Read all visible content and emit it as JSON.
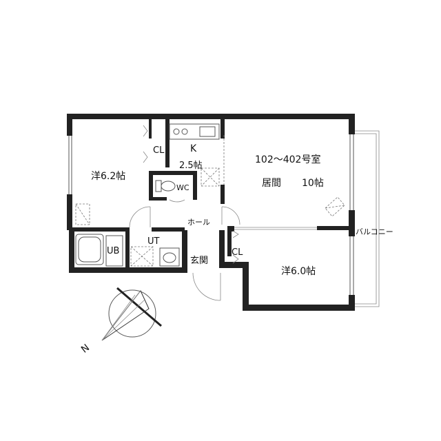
{
  "floorplan": {
    "room_number": "102～402号室",
    "rooms": {
      "western_1": "洋6.2帖",
      "closet_1": "CL",
      "kitchen_letter": "K",
      "kitchen_size": "2.5帖",
      "wc": "WC",
      "living_name": "居間",
      "living_size": "10帖",
      "hall": "ホール",
      "bath": "UB",
      "utility": "UT",
      "entrance": "玄関",
      "closet_2": "CL",
      "western_2": "洋6.0帖",
      "balcony": "バルコニー"
    },
    "compass": {
      "label": "N"
    },
    "colors": {
      "wall": "#222222",
      "line": "#555555",
      "background": "#ffffff"
    }
  }
}
